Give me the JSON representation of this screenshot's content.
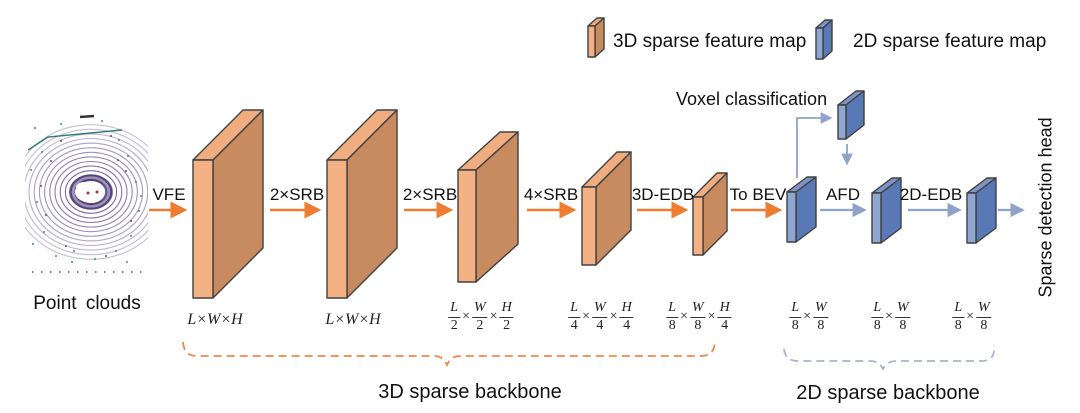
{
  "sym": {
    "times": "×"
  },
  "legend": {
    "item_3d": {
      "label": "3D sparse feature map"
    },
    "item_2d": {
      "label": "2D sparse feature map"
    }
  },
  "point_cloud": {
    "caption": "Point clouds"
  },
  "flow": {
    "vfe": "VFE",
    "srb2_first": "2×SRB",
    "srb2_second": "2×SRB",
    "srb4": "4×SRB",
    "edb_3d": "3D-EDB",
    "to_bev": "To BEV",
    "afd": "AFD",
    "edb_2d": "2D-EDB"
  },
  "voxel_classification": {
    "label": "Voxel classification"
  },
  "detection_head": {
    "label": "Sparse detection head"
  },
  "dims": [
    {
      "text": "L×W×H"
    },
    {
      "text": "L×W×H"
    },
    {
      "fracs": [
        {
          "n": "L",
          "d": "2"
        },
        {
          "n": "W",
          "d": "2"
        },
        {
          "n": "H",
          "d": "2"
        }
      ]
    },
    {
      "fracs": [
        {
          "n": "L",
          "d": "4"
        },
        {
          "n": "W",
          "d": "4"
        },
        {
          "n": "H",
          "d": "4"
        }
      ]
    },
    {
      "fracs": [
        {
          "n": "L",
          "d": "8"
        },
        {
          "n": "W",
          "d": "8"
        },
        {
          "n": "H",
          "d": "4"
        }
      ]
    },
    {
      "fracs": [
        {
          "n": "L",
          "d": "8"
        },
        {
          "n": "W",
          "d": "8"
        }
      ]
    },
    {
      "fracs": [
        {
          "n": "L",
          "d": "8"
        },
        {
          "n": "W",
          "d": "8"
        }
      ]
    },
    {
      "fracs": [
        {
          "n": "L",
          "d": "8"
        },
        {
          "n": "W",
          "d": "8"
        }
      ]
    }
  ],
  "backbones": {
    "backbone_3d": "3D sparse backbone",
    "backbone_2d": "2D sparse backbone"
  },
  "colors": {
    "orange_front": "#F3B184",
    "orange_side": "#C88B60",
    "orange_top": "#EFAD80",
    "blue_front": "#8FA6D1",
    "blue_side": "#5878B6",
    "blue_top": "#7E94C4",
    "arrow_orange": "#ED7D31",
    "arrow_blue": "#8DA3CC",
    "brace_orange": "#F0874C",
    "brace_blue": "#A8B4CE"
  }
}
